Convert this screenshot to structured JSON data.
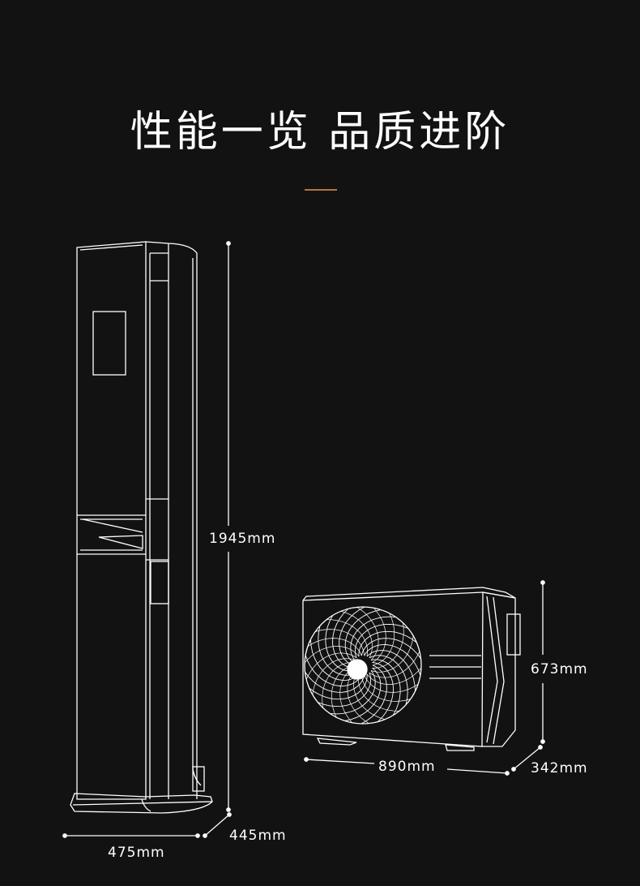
{
  "header": {
    "title": "性能一览 品质进阶"
  },
  "indoor_unit": {
    "height_label": "1945mm",
    "width_label": "475mm",
    "depth_label": "445mm"
  },
  "outdoor_unit": {
    "height_label": "673mm",
    "width_label": "890mm",
    "depth_label": "342mm"
  },
  "colors": {
    "background": "#121212",
    "line": "#ffffff",
    "accent": "#b8733d"
  }
}
